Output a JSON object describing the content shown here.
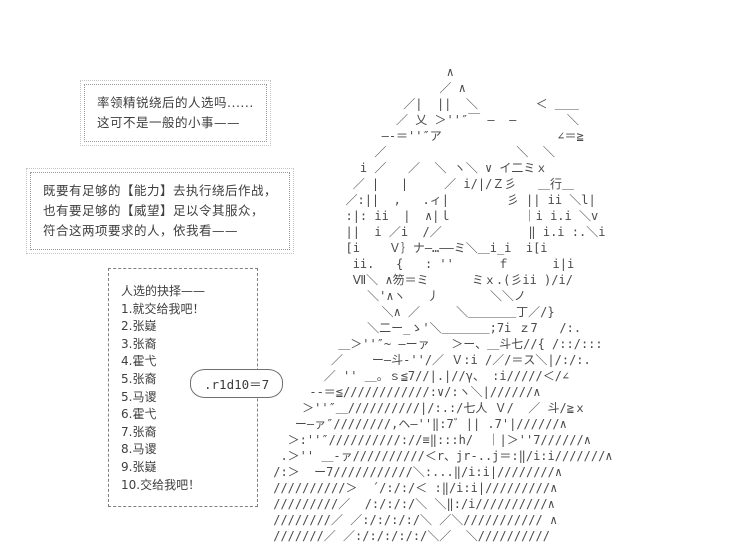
{
  "page": {
    "background": "#ffffff",
    "ink_color": "#3f3f3f",
    "border_color": "#9a9a9a"
  },
  "speech_boxes": [
    {
      "name": "dialogue-box-top",
      "lines": [
        "率领精锐绕后的人选吗......",
        "这可不是一般的小事——"
      ]
    },
    {
      "name": "dialogue-box-middle",
      "lines": [
        "既要有足够的【能力】去执行绕后作战，",
        "也有要足够的【威望】足以令其服众，",
        "符合这两项要求的人，依我看——"
      ]
    }
  ],
  "choice_box": {
    "title": "人选的抉择——",
    "options": [
      "1.就交给我吧！",
      "2.张嶷",
      "3.张裔",
      "4.霍弋",
      "5.张裔",
      "5.马谡",
      "6.霍弋",
      "7.张裔",
      "8.马谡",
      "9.张嶷",
      "10.交给我吧！"
    ]
  },
  "dice_bubble": {
    "text": ".r1d10＝7"
  },
  "ascii_art": {
    "lines": [
      "                         ∧",
      "                        ／ ∧",
      "                   ／|  ||  ＼        ＜ ＿＿",
      "                  ／ 乂 ＞''″￣ ―  ―       ＼",
      "                ―-＝''″ア                ∠＝≧",
      "               ／                  ＼  ＼",
      "             i ／   ／  ＼ ヽ＼ ∨ イ二ミｘ",
      "            ／ |   |     ／ i/|/Ｚ彡   ＿行＿",
      "           ／:||  ,   .ィ|        彡 || ii ＼l|",
      "           :|: ii  |  ∧|ｌ          ｜i i.i ＼v",
      "           ||  i ／i  /／            ‖ i.i :.＼i",
      "           [i    Ｖ｝ナ―…――ミ＼＿i_i  i[i",
      "            ii.   {   : ''      ｆ      i|i",
      "            Ⅶ＼ ∧笏＝ミ      ミｘ.(彡ii )/i/",
      "              ＼'∧ヽ   丿       ＼＼ノ",
      "                ＼∧ ／     ＼＿＿＿＿丁／/}",
      "              ＼二ー_ゝ'＼＿＿＿＿;7i ｚ7   /:.",
      "          ＿＞''″~ ―ーァ   ＞ー、＿斗七//{ /::/:::",
      "         ／    ー―斗-''/／ Ｖ:i /／/＝ス＼|/:/:.",
      "        ／ '' ＿。ｓ≦7//|.|//γ、 :i/////＜/∠",
      "      --＝≦////////////:∨/:ヽ＼|//////∧",
      "     ＞''″＿//////////|/:.:/七人 Ｖ/  ／ 斗/≧ｘ",
      "    ー―ァ″////////,ヘ―''‖:7゛|| .7'|//////∧",
      "   ＞:''″//////////://≡‖:::h/  ｜|＞''7//////∧",
      "  .＞'' ＿-ァ//////////＜r、jr-..j＝:‖/i:i///////∧",
      " /:＞  ー7///////////＼:...‖/i:i|////////∧",
      " //////////＞  ´/:/:/＜ :‖/i:i|/////////∧",
      " /////////／  /:/:/:/＼ ＼‖:/i//////////∧",
      " ////////／ ／:/:/:/:/＼ ／＼/////////// ∧",
      " ///////／ ／:/:/:/:/:/＼／  ＼//////////"
    ]
  }
}
